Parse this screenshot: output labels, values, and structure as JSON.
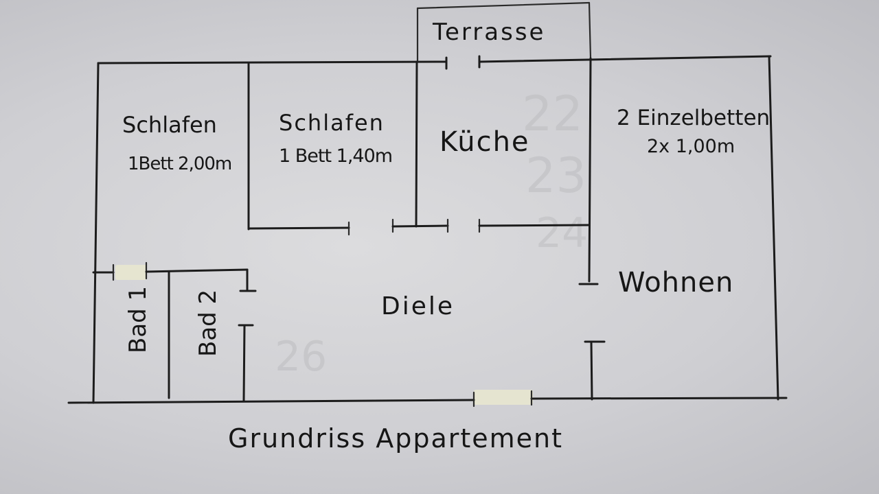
{
  "rooms": {
    "terrasse": "Terrasse",
    "schlafen1": "Schlafen",
    "schlafen1_bed": "1Bett 2,00m",
    "schlafen2": "Schlafen",
    "schlafen2_bed": "1 Bett 1,40m",
    "kueche": "Küche",
    "einzelbetten": "2 Einzelbetten",
    "einzelbetten_size": "2x 1,00m",
    "wohnen": "Wohnen",
    "diele": "Diele",
    "bad1": "Bad 1",
    "bad2": "Bad 2"
  },
  "caption": "Grundriss Appartement",
  "colors": {
    "paper": "#d6d6d9",
    "ink": "#1c1c1c"
  }
}
